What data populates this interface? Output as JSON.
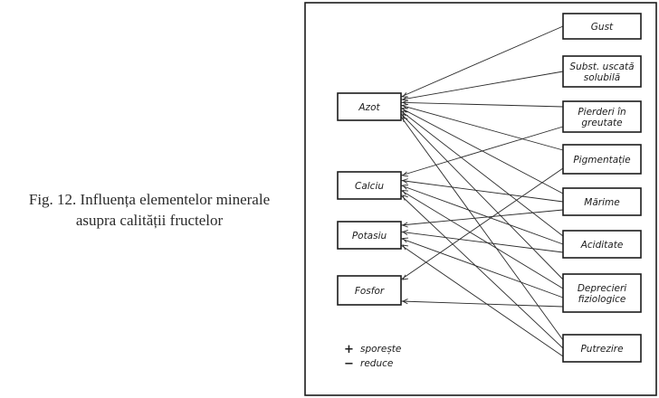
{
  "caption": {
    "line1": "Fig. 12. Influența elementelor minerale",
    "line2": "asupra calității fructelor"
  },
  "elements": [
    {
      "id": "azot",
      "label": "Azot"
    },
    {
      "id": "calciu",
      "label": "Calciu"
    },
    {
      "id": "potasiu",
      "label": "Potasiu"
    },
    {
      "id": "fosfor",
      "label": "Fosfor"
    }
  ],
  "qualities": [
    {
      "id": "gust",
      "lines": [
        "Gust"
      ]
    },
    {
      "id": "subst",
      "lines": [
        "Subst. uscată",
        "solubilă"
      ]
    },
    {
      "id": "pierderi",
      "lines": [
        "Pierderi în",
        "greutate"
      ]
    },
    {
      "id": "pigmentatie",
      "lines": [
        "Pigmentație"
      ]
    },
    {
      "id": "marime",
      "lines": [
        "Mărime"
      ]
    },
    {
      "id": "aciditate",
      "lines": [
        "Aciditate"
      ]
    },
    {
      "id": "deprecieri",
      "lines": [
        "Deprecieri",
        "fiziologice"
      ]
    },
    {
      "id": "putrezire",
      "lines": [
        "Putrezire"
      ]
    }
  ],
  "edges": [
    {
      "from": "azot",
      "to": "gust"
    },
    {
      "from": "azot",
      "to": "subst"
    },
    {
      "from": "azot",
      "to": "pierderi"
    },
    {
      "from": "azot",
      "to": "pigmentatie"
    },
    {
      "from": "azot",
      "to": "marime"
    },
    {
      "from": "azot",
      "to": "aciditate"
    },
    {
      "from": "azot",
      "to": "deprecieri"
    },
    {
      "from": "azot",
      "to": "putrezire"
    },
    {
      "from": "calciu",
      "to": "pierderi"
    },
    {
      "from": "calciu",
      "to": "marime"
    },
    {
      "from": "calciu",
      "to": "aciditate"
    },
    {
      "from": "calciu",
      "to": "deprecieri"
    },
    {
      "from": "calciu",
      "to": "putrezire"
    },
    {
      "from": "potasiu",
      "to": "marime"
    },
    {
      "from": "potasiu",
      "to": "aciditate"
    },
    {
      "from": "potasiu",
      "to": "deprecieri"
    },
    {
      "from": "potasiu",
      "to": "putrezire"
    },
    {
      "from": "fosfor",
      "to": "pigmentatie"
    },
    {
      "from": "fosfor",
      "to": "deprecieri"
    }
  ],
  "legend": {
    "plus_symbol": "+",
    "plus_label": "sporește",
    "minus_symbol": "−",
    "minus_label": "reduce"
  }
}
